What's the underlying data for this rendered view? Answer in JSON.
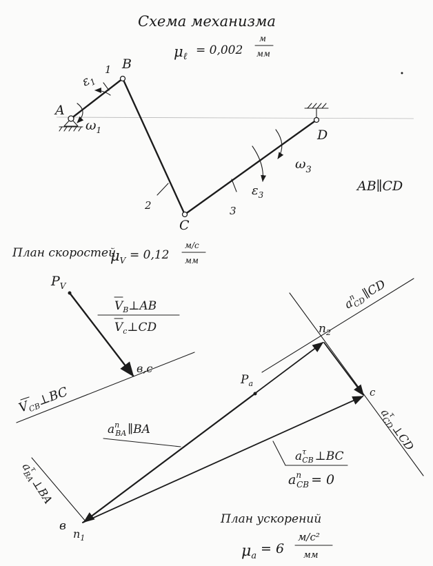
{
  "mechanism": {
    "title": "Схема механизма",
    "scale": {
      "mu": "μ",
      "sub": "ℓ",
      "value": "= 0,002",
      "num": "м",
      "den": "мм"
    },
    "points": {
      "A": "A",
      "B": "B",
      "C": "C",
      "D": "D"
    },
    "links": {
      "l1": "1",
      "l2": "2",
      "l3": "3"
    },
    "eps1": {
      "main": "ε",
      "sub": "1"
    },
    "omega1": {
      "main": "ω",
      "sub": "1"
    },
    "omega3": {
      "main": "ω",
      "sub": "3"
    },
    "eps3": {
      "main": "ε",
      "sub": "3"
    },
    "parallel_note": "AB∥CD"
  },
  "velocity_plan": {
    "title": "План скоростей",
    "scale": {
      "mu": "μ",
      "sub": "V",
      "value": "= 0,12",
      "num": "м/с",
      "den": "мм"
    },
    "pole": {
      "main": "P",
      "sub": "V"
    },
    "end": "в,с",
    "vb": {
      "main": "V",
      "sub": "B",
      "rel": "⊥AB"
    },
    "vc": {
      "main": "V",
      "sub": "c",
      "rel": "⊥CD"
    },
    "vcb": {
      "main": "V",
      "sub": "CB",
      "rel": "⊥BC"
    }
  },
  "acceleration_plan": {
    "title": "План ускорений",
    "scale": {
      "mu": "μ",
      "sub": "a",
      "value": "= 6",
      "num": "м/с²",
      "den": "мм"
    },
    "pole": {
      "main": "P",
      "sub": "a"
    },
    "n2": {
      "main": "n",
      "sub": "2"
    },
    "c": "c",
    "b": "в",
    "n1": {
      "main": "n",
      "sub": "1"
    },
    "a_cd_n": {
      "main": "a",
      "sup": "n",
      "sub": "CD",
      "rel": "∥CD"
    },
    "a_cd_t": {
      "main": "a",
      "sup": "τ",
      "sub": "CD",
      "rel": "⊥CD"
    },
    "a_ba_n": {
      "main": "a",
      "sup": "n",
      "sub": "BA",
      "rel": "∥BA"
    },
    "a_ba_t": {
      "main": "a",
      "sup": "τ",
      "sub": "BA",
      "rel": "⊥BA"
    },
    "a_cb_t": {
      "main": "a",
      "sup": "τ",
      "sub": "CB",
      "rel": "⊥BC"
    },
    "a_cb_n": {
      "main": "a",
      "sup": "n",
      "sub": "CB",
      "rel": "= 0"
    }
  }
}
